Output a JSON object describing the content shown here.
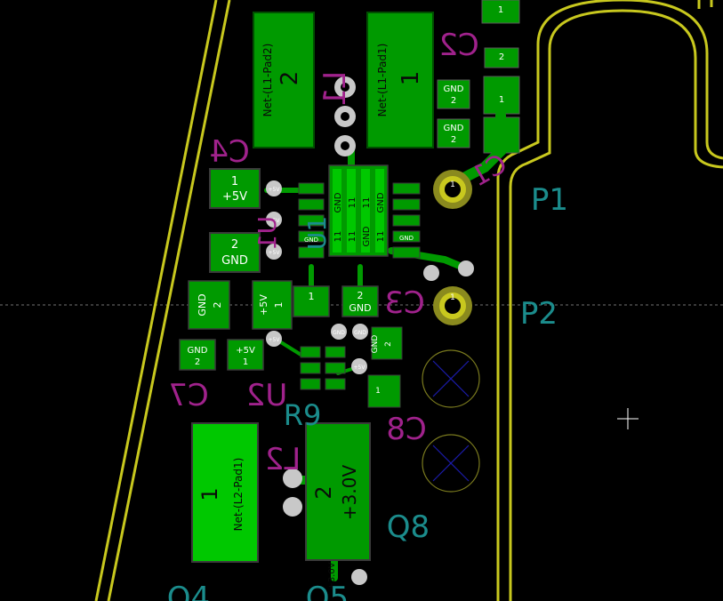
{
  "colors": {
    "background": "#000000",
    "copper": "#009a00",
    "copper_bright": "#00c800",
    "copper_hilite": "#22d822",
    "outline_yellow": "#c8c81e",
    "silk_violet": "#a0228c",
    "silk_teal": "#1b8c8c",
    "via_gray": "#c8c8c8",
    "pad_outline": "#3a3a3a"
  },
  "refs": {
    "c2": "C2",
    "c4": "C4",
    "c1": "C1",
    "c3": "C3",
    "c7": "C7",
    "c8": "C8",
    "u2": "U2",
    "l1": "L1",
    "l2": "L2",
    "u1": "U1",
    "p1": "P1",
    "p2": "P2",
    "r9": "R9",
    "q8": "Q8",
    "q4": "Q4",
    "q5": "Q5"
  },
  "pads": {
    "one": "1",
    "two": "2",
    "gnd": "GND",
    "plus5v": "+5V",
    "plus3v0": "+3.0V",
    "eleven": "11",
    "net_l1_pad1": "Net-(L1-Pad1)",
    "net_l1_pad2": "Net-(L1-Pad2)",
    "net_l2_pad1": "Net-(L2-Pad1)",
    "via_gnd": "GND",
    "via_5v": "+5V"
  }
}
